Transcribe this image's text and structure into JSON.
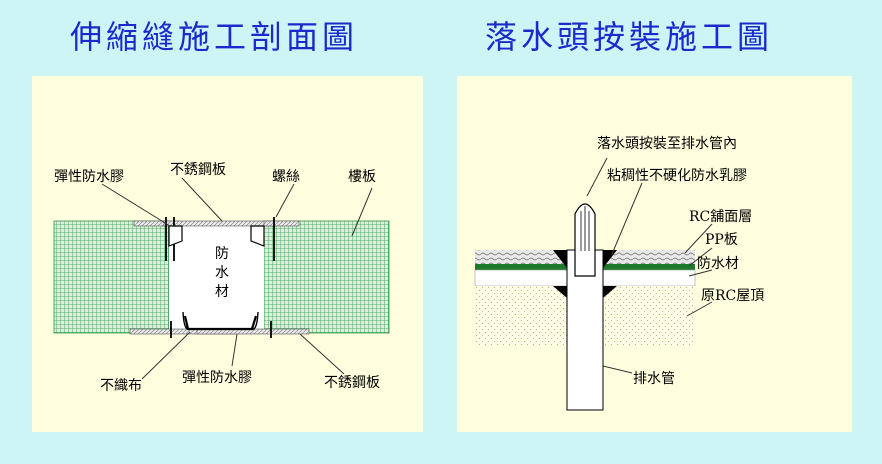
{
  "left": {
    "title": "伸縮縫施工剖面圖",
    "labels": {
      "sealant_top": "彈性防水膠",
      "steel_plate_top": "不銹鋼板",
      "screw": "螺絲",
      "floor_slab": "樓板",
      "waterproof_1": "防",
      "waterproof_2": "水",
      "waterproof_3": "材",
      "nonwoven": "不織布",
      "sealant_bottom": "彈性防水膠",
      "steel_plate_bottom": "不銹鋼板"
    }
  },
  "right": {
    "title": "落水頭按裝施工圖",
    "labels": {
      "drain_head": "落水頭按裝至排水管內",
      "sealant": "粘稠性不硬化防水乳膠",
      "rc_paving": "RC舖面層",
      "pp_board": "PP板",
      "waterproof": "防水材",
      "rc_roof": "原RC屋頂",
      "drain_pipe": "排水管"
    }
  },
  "colors": {
    "title": "#1a2acc",
    "background": "#cdf5f5",
    "panel": "#ffffe0",
    "grid": "#2e9a4a",
    "green_band": "#1e7a2a"
  }
}
